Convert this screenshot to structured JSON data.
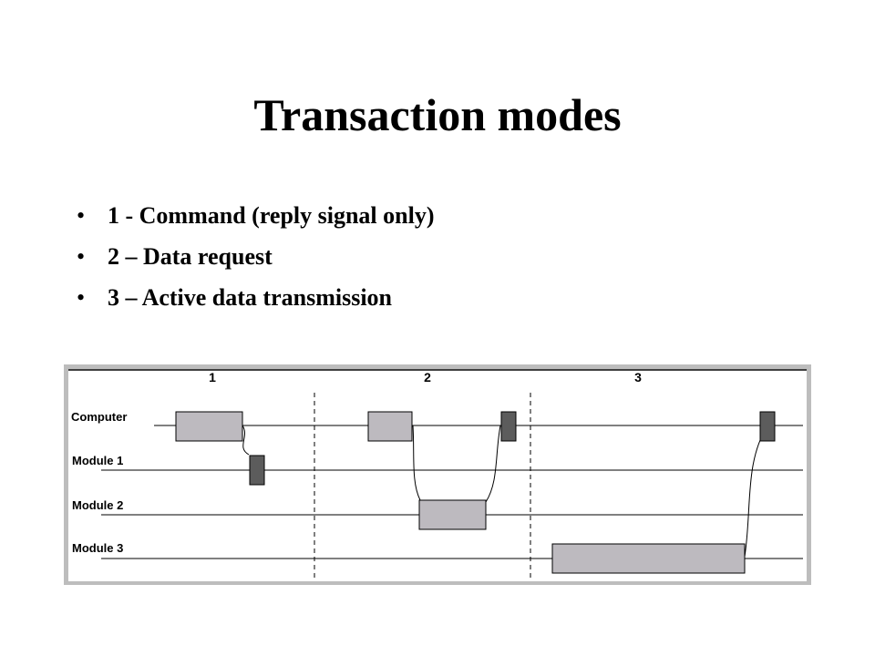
{
  "slide": {
    "title": "Transaction modes",
    "bullets": [
      "1 - Command (reply signal only)",
      "2 – Data request",
      "3 – Active data transmission"
    ],
    "bullet_glyph": "•"
  },
  "diagram": {
    "modes": [
      "1",
      "2",
      "3"
    ],
    "rows": [
      "Computer",
      "Module 1",
      "Module 2",
      "Module 3"
    ],
    "colors": {
      "panel_bg": "#ffffff",
      "panel_frame": "#bdbdbd",
      "line": "#000000",
      "light_box": "#bdbabf",
      "dark_box": "#5c5c5c"
    }
  }
}
